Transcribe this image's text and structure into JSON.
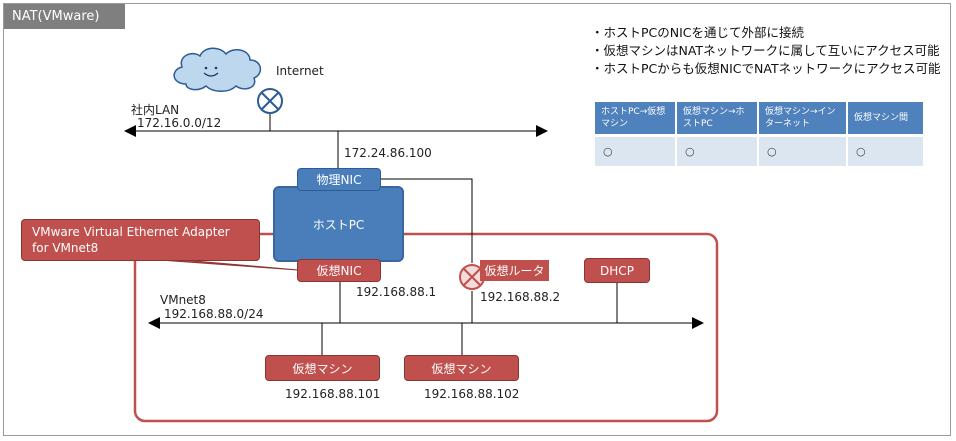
{
  "title": "NAT(VMware)",
  "notes": [
    "・ホストPCのNICを通じて外部に接続",
    "・仮想マシンはNATネットワークに属して互いにアクセス可能",
    "・ホストPCからも仮想NICでNATネットワークにアクセス可能"
  ],
  "table": {
    "headers": [
      "ホストPC→仮想マシン",
      "仮想マシン→ホストPC",
      "仮想マシン→インターネット",
      "仮想マシン間"
    ],
    "row": [
      "○",
      "○",
      "○",
      "○"
    ]
  },
  "internet": {
    "label": "Internet"
  },
  "lan": {
    "name": "社内LAN",
    "subnet": "172.16.0.0/12"
  },
  "host": {
    "label": "ホストPC",
    "physical_nic": "物理NIC",
    "physical_ip": "172.24.86.100",
    "virtual_nic": "仮想NIC",
    "virtual_ip": "192.168.88.1"
  },
  "callout": {
    "line1": "VMware Virtual Ethernet Adapter",
    "line2": "for VMnet8"
  },
  "router": {
    "label": "仮想ルータ",
    "ip": "192.168.88.2"
  },
  "dhcp": {
    "label": "DHCP"
  },
  "vmnet": {
    "name": "VMnet8",
    "subnet": "192.168.88.0/24"
  },
  "vms": [
    {
      "label": "仮想マシン",
      "ip": "192.168.88.101"
    },
    {
      "label": "仮想マシン",
      "ip": "192.168.88.102"
    }
  ],
  "colors": {
    "nat_border": "#c0504d",
    "host_blue": "#4a7ebb",
    "header_blue": "#4f81bd",
    "cell_blue": "#dce6f1",
    "title_gray": "#7f7f7f",
    "cloud": "#bdd7ee"
  },
  "icons": [
    "cloud-icon",
    "gateway-x-icon",
    "router-x-icon"
  ]
}
